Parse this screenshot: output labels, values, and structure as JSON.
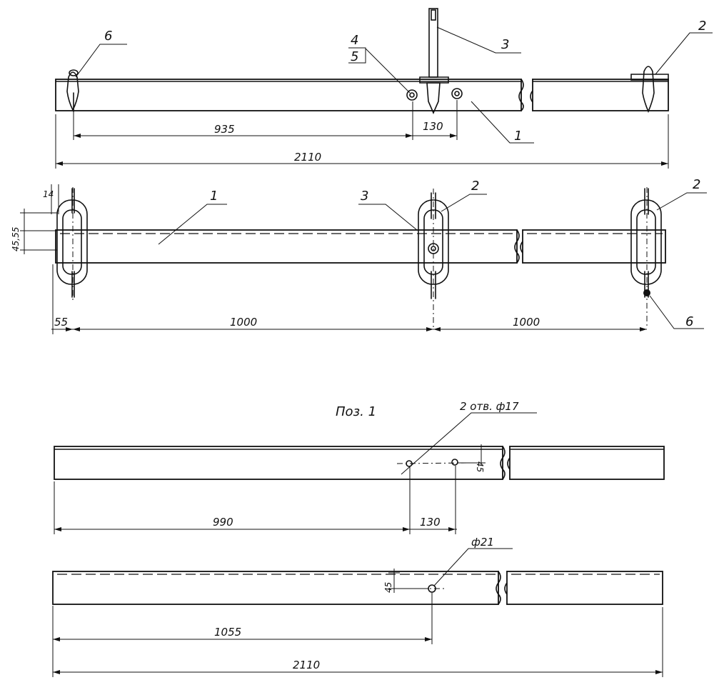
{
  "top_view": {
    "callout_6": "6",
    "callout_4": "4",
    "callout_5": "5",
    "callout_3": "3",
    "callout_2": "2",
    "callout_1": "1",
    "dim_935": "935",
    "dim_130": "130",
    "dim_2110": "2110"
  },
  "side_view": {
    "dim_14": "14",
    "dim_45_55": "45,55",
    "callout_1": "1",
    "callout_3": "3",
    "callout_2a": "2",
    "callout_2b": "2",
    "callout_6": "6",
    "dim_55": "55",
    "dim_1000a": "1000",
    "dim_1000b": "1000"
  },
  "pos1": {
    "title": "Поз. 1",
    "holes_label": "2 отв. ф17",
    "dim_45a": "45",
    "dim_990": "990",
    "dim_130": "130",
    "hole_label": "ф21",
    "dim_45b": "45",
    "dim_1055": "1055",
    "dim_2110": "2110"
  }
}
